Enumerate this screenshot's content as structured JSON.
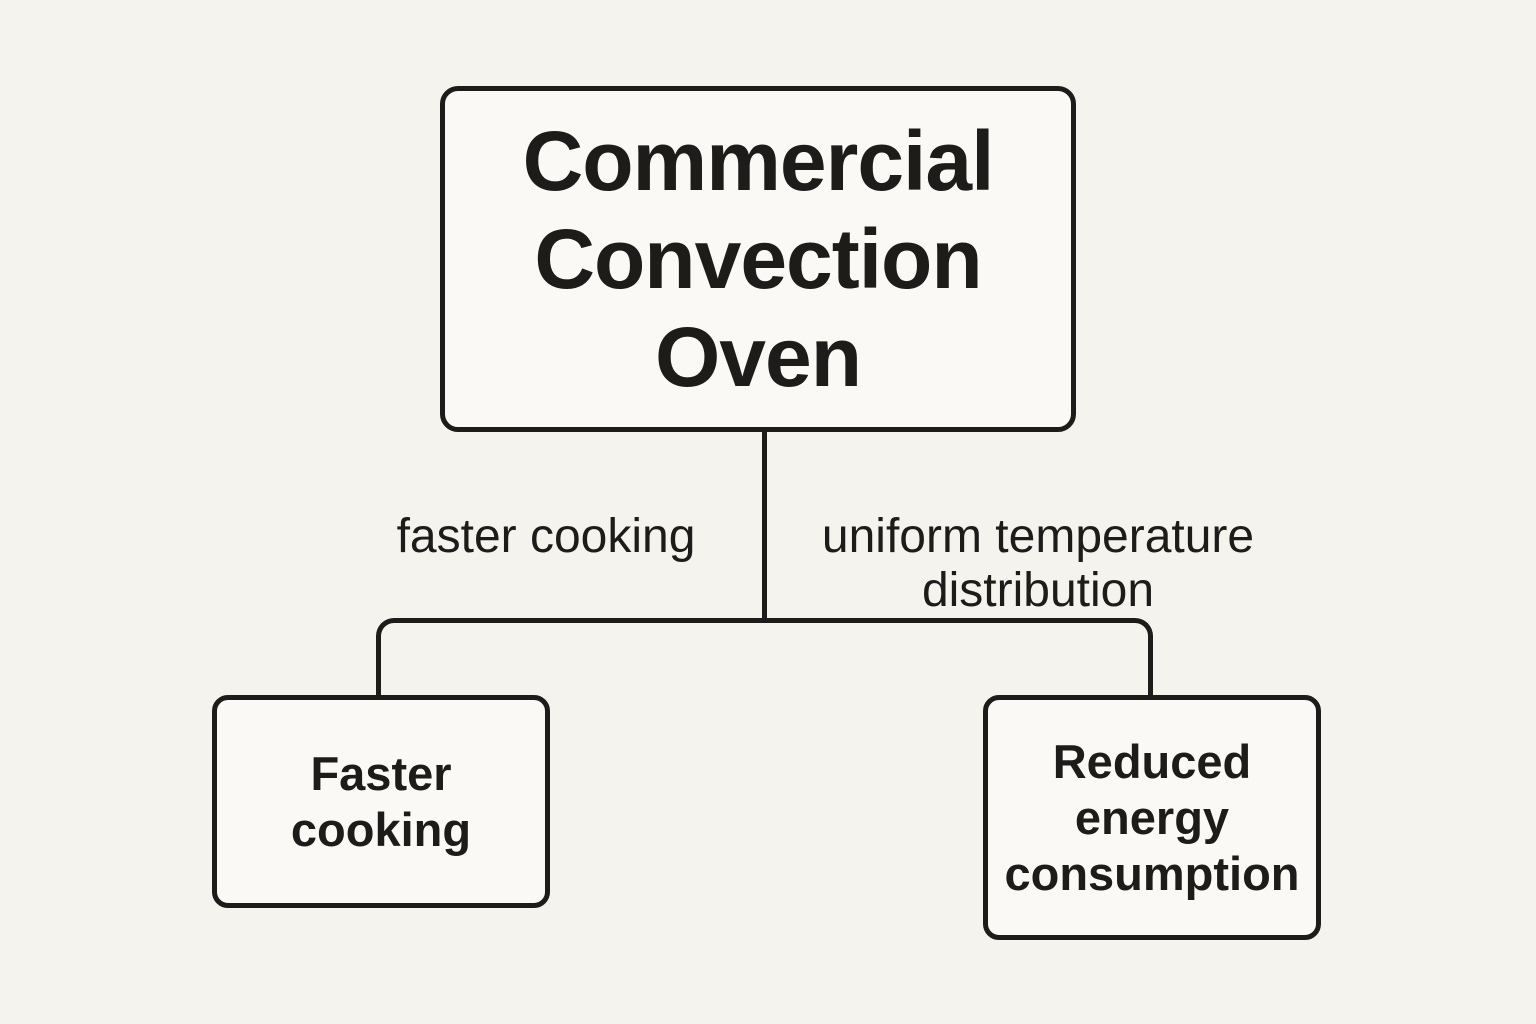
{
  "diagram": {
    "root": {
      "label": "Commercial\nConvection\nOven"
    },
    "edges": [
      {
        "label": "faster cooking"
      },
      {
        "label": "uniform temperature\ndistribution"
      }
    ],
    "children": [
      {
        "label": "Faster\ncooking"
      },
      {
        "label": "Reduced\nenergy\nconsumption"
      }
    ],
    "colors": {
      "background": "#f5f3ee",
      "node_fill": "#faf9f5",
      "ink": "#1d1c1a"
    }
  }
}
